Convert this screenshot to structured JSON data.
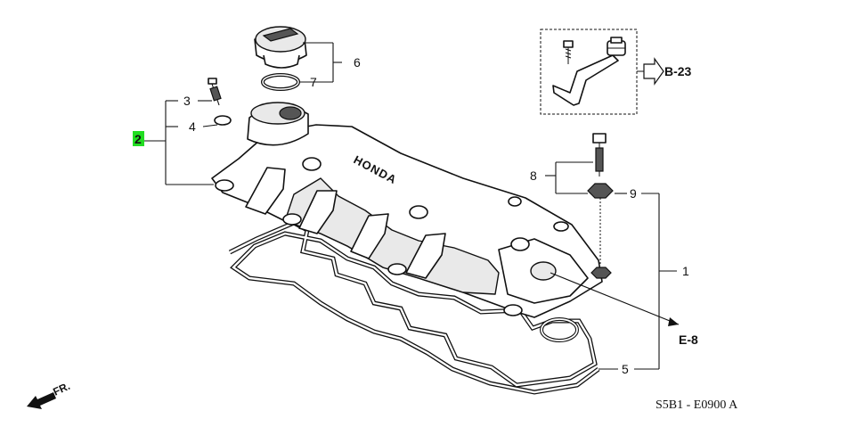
{
  "callouts": {
    "c1": "1",
    "c2": "2",
    "c3": "3",
    "c4": "4",
    "c5": "5",
    "c6": "6",
    "c7": "7",
    "c8": "8",
    "c9": "9"
  },
  "highlight_color": "#22dd22",
  "refs": {
    "b23": "B-23",
    "e8": "E-8"
  },
  "diagram_code": "S5B1 - E0900 A",
  "front_label": "FR.",
  "cover_brand": "HONDA"
}
